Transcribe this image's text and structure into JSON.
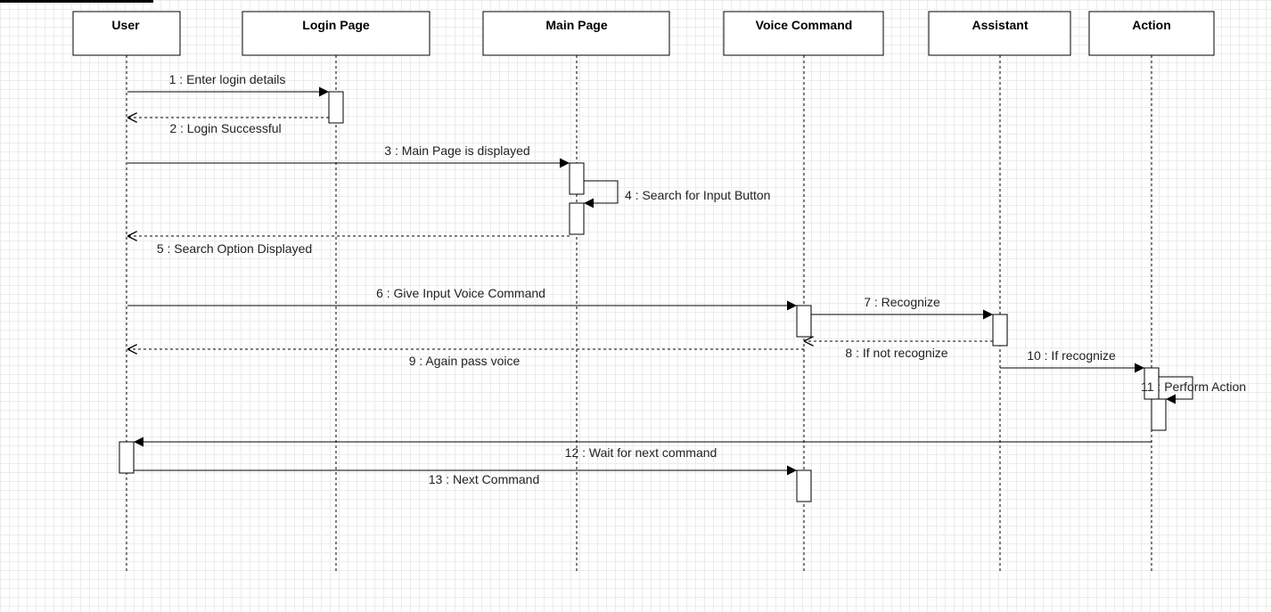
{
  "diagram": {
    "type": "sequence",
    "lifelines": [
      {
        "id": "user",
        "name": "User"
      },
      {
        "id": "login",
        "name": "Login Page"
      },
      {
        "id": "main",
        "name": "Main Page"
      },
      {
        "id": "voice",
        "name": "Voice Command"
      },
      {
        "id": "assistant",
        "name": "Assistant"
      },
      {
        "id": "action",
        "name": "Action"
      }
    ],
    "messages": [
      {
        "n": 1,
        "label": "1 : Enter login details",
        "from": "user",
        "to": "login",
        "kind": "sync"
      },
      {
        "n": 2,
        "label": "2 : Login Successful",
        "from": "login",
        "to": "user",
        "kind": "return"
      },
      {
        "n": 3,
        "label": "3 : Main Page is displayed",
        "from": "user",
        "to": "main",
        "kind": "sync"
      },
      {
        "n": 4,
        "label": "4 : Search for Input Button",
        "from": "main",
        "to": "main",
        "kind": "self"
      },
      {
        "n": 5,
        "label": "5 : Search Option Displayed",
        "from": "main",
        "to": "user",
        "kind": "return"
      },
      {
        "n": 6,
        "label": "6 : Give Input Voice Command",
        "from": "user",
        "to": "voice",
        "kind": "sync"
      },
      {
        "n": 7,
        "label": "7 : Recognize",
        "from": "voice",
        "to": "assistant",
        "kind": "sync"
      },
      {
        "n": 8,
        "label": "8 : If not recognize",
        "from": "assistant",
        "to": "voice",
        "kind": "return"
      },
      {
        "n": 9,
        "label": "9 : Again pass voice",
        "from": "voice",
        "to": "user",
        "kind": "return"
      },
      {
        "n": 10,
        "label": "10 : If recognize",
        "from": "assistant",
        "to": "action",
        "kind": "sync"
      },
      {
        "n": 11,
        "label": "11 : Perform Action",
        "from": "action",
        "to": "action",
        "kind": "self"
      },
      {
        "n": 12,
        "label": "12 : Wait for next command",
        "from": "action",
        "to": "user",
        "kind": "sync"
      },
      {
        "n": 13,
        "label": "13 : Next Command",
        "from": "user",
        "to": "voice",
        "kind": "sync"
      }
    ]
  }
}
